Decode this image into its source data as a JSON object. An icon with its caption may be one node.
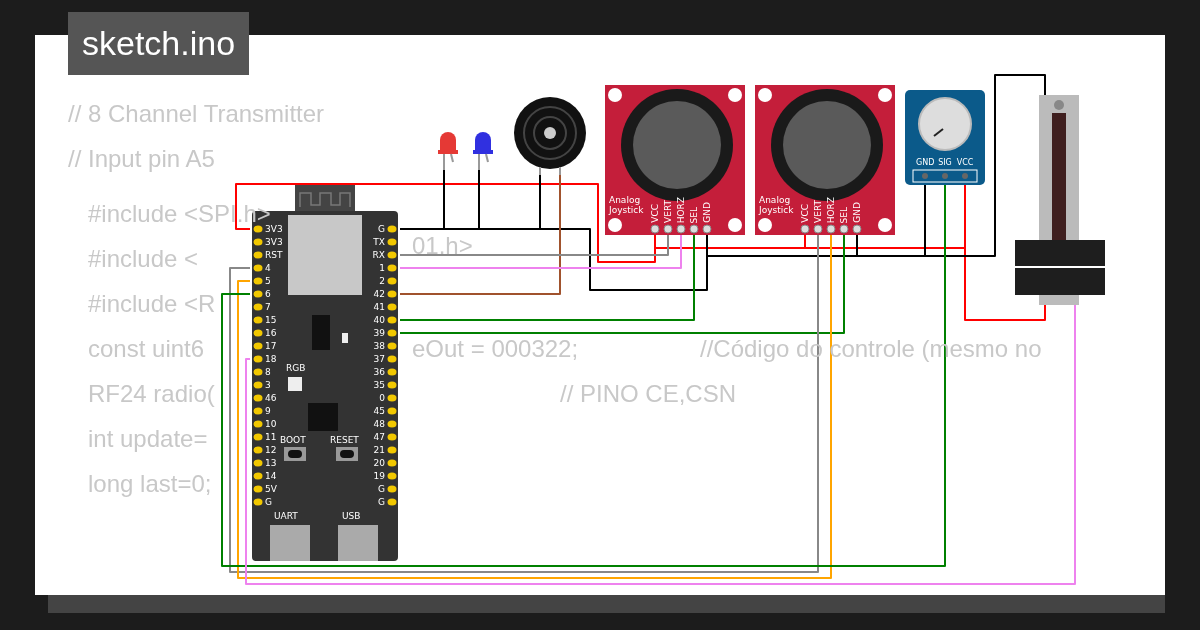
{
  "diagram": {
    "title": "sketch.ino",
    "nodes": [
      {
        "text": [
          "RGB",
          "BOOT",
          "RESET",
          "UART",
          "USB"
        ]
      },
      {
        "text": [],
        "shape": "picture"
      },
      {
        "text": [],
        "shape": "picture"
      },
      {
        "text": [],
        "shape": "picture"
      },
      {
        "text": [
          "Analog Joystick"
        ]
      },
      {
        "text": [
          "Analog Joystick"
        ]
      },
      {
        "text": [],
        "shape": "picture"
      },
      {
        "text": [],
        "shape": "picture"
      }
    ],
    "edges": [
      {
        "from": 0,
        "to": 4,
        "arrow": "none",
        "color": "#ff0000"
      },
      {
        "from": 4,
        "to": 5,
        "arrow": "none",
        "color": "#ff0000"
      },
      {
        "from": 5,
        "to": 6,
        "arrow": "none",
        "color": "#ff0000"
      },
      {
        "from": 6,
        "to": 7,
        "arrow": "none",
        "color": "#ff0000"
      },
      {
        "from": 0,
        "to": 1,
        "arrow": "none"
      },
      {
        "from": 0,
        "to": 2,
        "arrow": "none"
      },
      {
        "from": 0,
        "to": 3,
        "arrow": "none"
      },
      {
        "from": 0,
        "to": 4,
        "arrow": "none"
      },
      {
        "from": 4,
        "to": 5,
        "arrow": "none"
      },
      {
        "from": 5,
        "to": 6,
        "arrow": "none"
      },
      {
        "from": 6,
        "to": 7,
        "arrow": "none"
      },
      {
        "from": 0,
        "to": 3,
        "arrow": "none",
        "color": "#a0522d"
      },
      {
        "from": 0,
        "to": 4,
        "arrow": "none",
        "color": "#888888"
      },
      {
        "from": 0,
        "to": 4,
        "arrow": "none",
        "color": "#ee82ee"
      },
      {
        "from": 0,
        "to": 4,
        "arrow": "none",
        "color": "#008000"
      },
      {
        "from": 0,
        "to": 5,
        "arrow": "none",
        "color": "#008000"
      },
      {
        "from": 0,
        "to": 5,
        "arrow": "none",
        "color": "#888888"
      },
      {
        "from": 0,
        "to": 5,
        "arrow": "none",
        "color": "#ffa500"
      },
      {
        "from": 0,
        "to": 6,
        "arrow": "none",
        "color": "#008000"
      },
      {
        "from": 0,
        "to": 7,
        "arrow": "none",
        "color": "#ee82ee"
      }
    ],
    "labels": [
      "// 8 Channel Transmitter",
      "// Input pin A5",
      "#include <SPI.h>",
      "#include <",
      "01.h>",
      "#include <R",
      "const uint6",
      "eOut = 000322;",
      "//Código do controle (mesmo no",
      "RF24 radio(",
      "// PINO  CE,CSN",
      "int update=",
      "long last=0;",
      "3V3",
      "3V3",
      "RST",
      "4",
      "5",
      "6",
      "7",
      "15",
      "16",
      "17",
      "18",
      "8",
      "3",
      "46",
      "9",
      "10",
      "11",
      "12",
      "13",
      "14",
      "5V",
      "G",
      "G",
      "TX",
      "RX",
      "1",
      "2",
      "42",
      "41",
      "40",
      "39",
      "38",
      "37",
      "36",
      "35",
      "0",
      "45",
      "48",
      "47",
      "21",
      "20",
      "19",
      "G",
      "G",
      "VCC",
      "VERT",
      "HORZ",
      "SEL",
      "GND",
      "VCC",
      "VERT",
      "HORZ",
      "SEL",
      "GND",
      "GND",
      "SIG",
      "VCC"
    ]
  }
}
